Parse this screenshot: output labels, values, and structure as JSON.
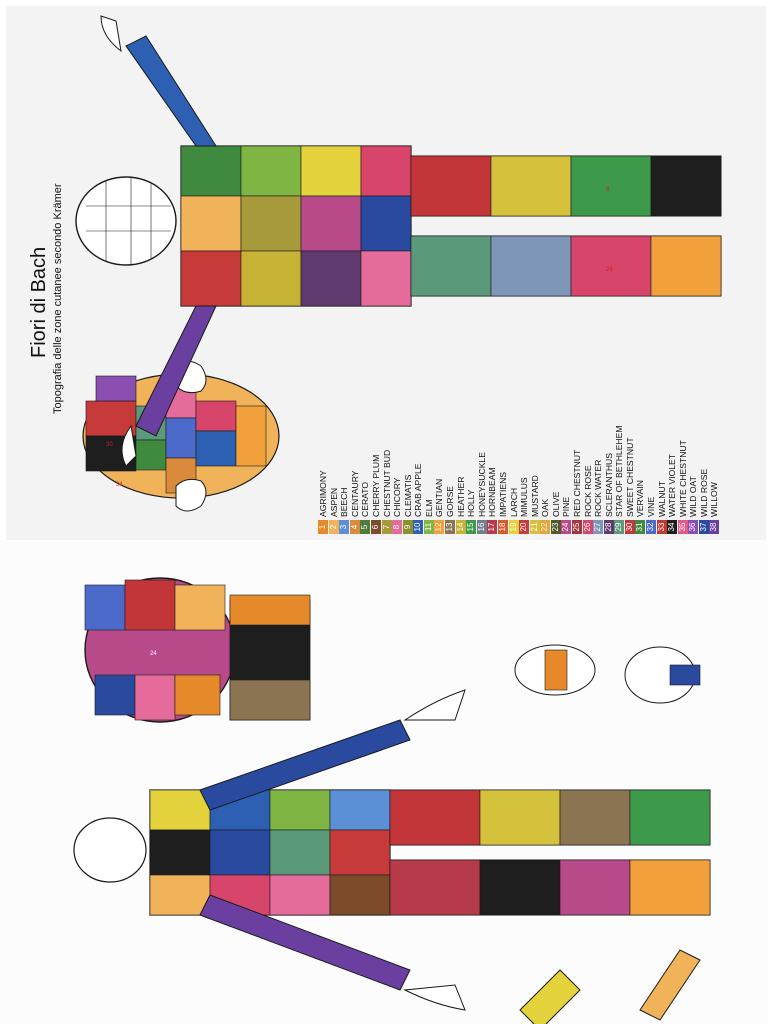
{
  "header": {
    "title": "Fiori di Bach",
    "subtitle": "Topografia delle zone cutanee secondo Krämer"
  },
  "legend": [
    {
      "num": "1",
      "name": "AGRIMONY",
      "color": "#e6892b"
    },
    {
      "num": "2",
      "name": "ASPEN",
      "color": "#f0b35a"
    },
    {
      "num": "3",
      "name": "BEECH",
      "color": "#5b8fd6"
    },
    {
      "num": "4",
      "name": "CENTAURY",
      "color": "#d98a3a"
    },
    {
      "num": "5",
      "name": "CERATO",
      "color": "#4c7d3c"
    },
    {
      "num": "6",
      "name": "CHERRY PLUM",
      "color": "#7b4b2a"
    },
    {
      "num": "7",
      "name": "CHESTNUT BUD",
      "color": "#a79a3a"
    },
    {
      "num": "8",
      "name": "CHICORY",
      "color": "#e56b9b"
    },
    {
      "num": "9",
      "name": "CLEMATIS",
      "color": "#8c8f2a"
    },
    {
      "num": "10",
      "name": "CRAB APPLE",
      "color": "#2d5fb3"
    },
    {
      "num": "11",
      "name": "ELM",
      "color": "#7fb543"
    },
    {
      "num": "12",
      "name": "GENTIAN",
      "color": "#f2a03b"
    },
    {
      "num": "13",
      "name": "GORSE",
      "color": "#8a7451"
    },
    {
      "num": "14",
      "name": "HEATHER",
      "color": "#c6b235"
    },
    {
      "num": "15",
      "name": "HOLLY",
      "color": "#3e9a4b"
    },
    {
      "num": "16",
      "name": "HONEYSUCKLE",
      "color": "#6f7f8f"
    },
    {
      "num": "17",
      "name": "HORNBEAM",
      "color": "#b73a4a"
    },
    {
      "num": "18",
      "name": "IMPATIENS",
      "color": "#d65a2e"
    },
    {
      "num": "19",
      "name": "LARCH",
      "color": "#e4d23c"
    },
    {
      "num": "20",
      "name": "MIMULUS",
      "color": "#c73a3a"
    },
    {
      "num": "21",
      "name": "MUSTARD",
      "color": "#d4c13c"
    },
    {
      "num": "22",
      "name": "OAK",
      "color": "#e8a33a"
    },
    {
      "num": "23",
      "name": "OLIVE",
      "color": "#4f5a2a"
    },
    {
      "num": "24",
      "name": "PINE",
      "color": "#b84a8a"
    },
    {
      "num": "25",
      "name": "RED CHESTNUT",
      "color": "#a03a3a"
    },
    {
      "num": "26",
      "name": "ROCK ROSE",
      "color": "#d8456a"
    },
    {
      "num": "27",
      "name": "ROCK WATER",
      "color": "#7e97b8"
    },
    {
      "num": "28",
      "name": "SCLERANTHUS",
      "color": "#5e3a6e"
    },
    {
      "num": "29",
      "name": "STAR OF BETHLEHEM",
      "color": "#5a9a7a"
    },
    {
      "num": "30",
      "name": "SWEET CHESTNUT",
      "color": "#c2363a"
    },
    {
      "num": "31",
      "name": "VERVAIN",
      "color": "#3f8a3f"
    },
    {
      "num": "32",
      "name": "VINE",
      "color": "#4b6ac9"
    },
    {
      "num": "33",
      "name": "WALNUT",
      "color": "#c23a2a"
    },
    {
      "num": "34",
      "name": "WATER VIOLET",
      "color": "#1e1e1e"
    },
    {
      "num": "35",
      "name": "WHITE CHESTNUT",
      "color": "#e25a8a"
    },
    {
      "num": "36",
      "name": "WILD OAT",
      "color": "#8a4fb0"
    },
    {
      "num": "37",
      "name": "WILD ROSE",
      "color": "#2a4aa0"
    },
    {
      "num": "38",
      "name": "WILLOW",
      "color": "#6a3fa0"
    }
  ],
  "colors": {
    "outline": "#1a1a1a",
    "label_red": "#d1202a"
  }
}
